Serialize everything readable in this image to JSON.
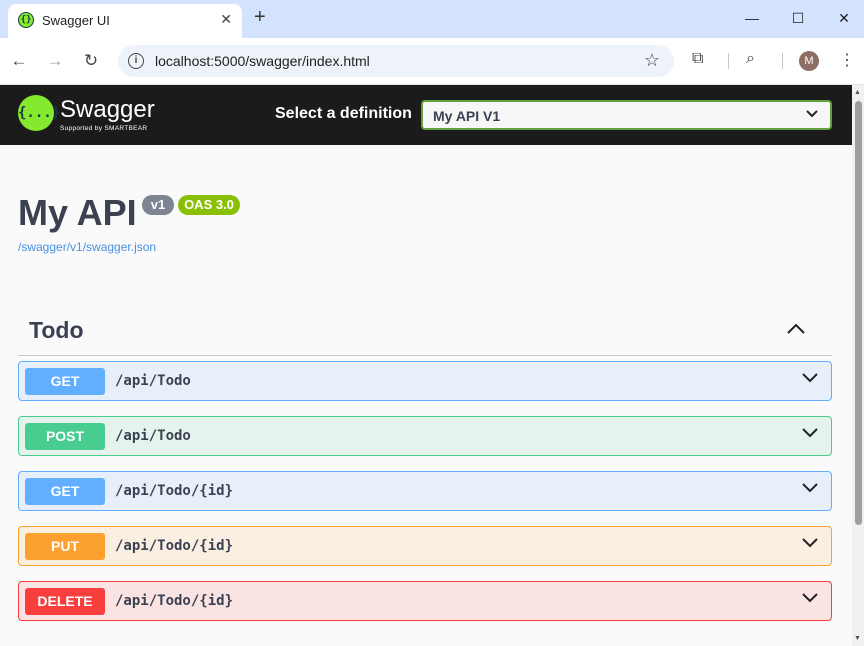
{
  "browser": {
    "tab_title": "Swagger UI",
    "favicon_glyph": "{}",
    "url": "localhost:5000/swagger/index.html",
    "avatar_letter": "M"
  },
  "topbar": {
    "logo_glyph": "{...}",
    "logo_text": "Swagger",
    "logo_subtext": "Supported by SMARTBEAR",
    "definition_label": "Select a definition",
    "definition_selected": "My API V1"
  },
  "info": {
    "title": "My API",
    "version_badge": "v1",
    "oas_badge": "OAS 3.0",
    "spec_link": "/swagger/v1/swagger.json"
  },
  "tag": {
    "name": "Todo"
  },
  "operations": [
    {
      "method": "GET",
      "path": "/api/Todo"
    },
    {
      "method": "POST",
      "path": "/api/Todo"
    },
    {
      "method": "GET",
      "path": "/api/Todo/{id}"
    },
    {
      "method": "PUT",
      "path": "/api/Todo/{id}"
    },
    {
      "method": "DELETE",
      "path": "/api/Todo/{id}"
    }
  ],
  "colors": {
    "get": "#61affe",
    "post": "#49cc90",
    "put": "#fca130",
    "delete": "#f93e3e",
    "swagger_green": "#85ea2d",
    "topbar_bg": "#1b1b1b"
  },
  "icons": [
    "swagger-logo-icon",
    "close-icon",
    "plus-icon",
    "minimize-icon",
    "maximize-icon",
    "back-icon",
    "forward-icon",
    "reload-icon",
    "info-icon",
    "star-icon",
    "extensions-icon",
    "tab-search-icon",
    "menu-icon",
    "chevron-down-icon",
    "chevron-up-icon"
  ]
}
